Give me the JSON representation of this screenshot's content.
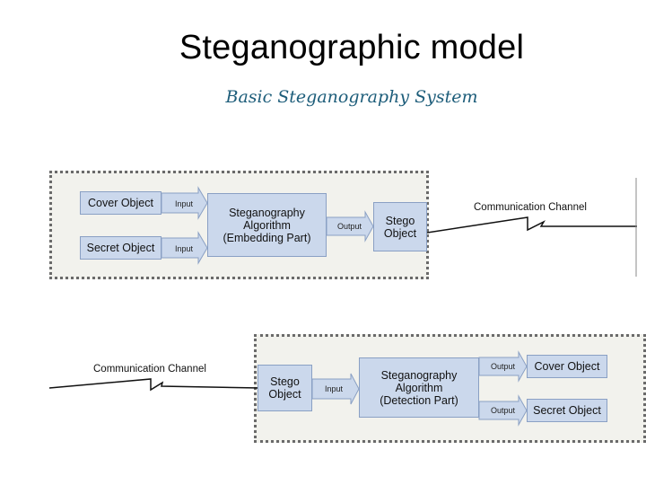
{
  "slide": {
    "title": "Steganographic model",
    "subtitle": "Basic Steganography System"
  },
  "embedding": {
    "cover_object": "Cover Object",
    "secret_object": "Secret Object",
    "input_label_1": "Input",
    "input_label_2": "Input",
    "algorithm_line1": "Steganography",
    "algorithm_line2": "Algorithm",
    "algorithm_line3": "(Embedding Part)",
    "output_label": "Output",
    "stego_line1": "Stego",
    "stego_line2": "Object",
    "channel_label": "Communication Channel"
  },
  "detection": {
    "channel_label": "Communication Channel",
    "stego_line1": "Stego",
    "stego_line2": "Object",
    "input_label": "Input",
    "algorithm_line1": "Steganography",
    "algorithm_line2": "Algorithm",
    "algorithm_line3": "(Detection Part)",
    "output_label_1": "Output",
    "output_label_2": "Output",
    "cover_object": "Cover Object",
    "secret_object": "Secret Object"
  },
  "colors": {
    "box_fill": "#cbd8ec",
    "box_border": "#8aa0c4",
    "panel_fill": "#f2f2ed",
    "subtitle": "#1d5d7a"
  }
}
